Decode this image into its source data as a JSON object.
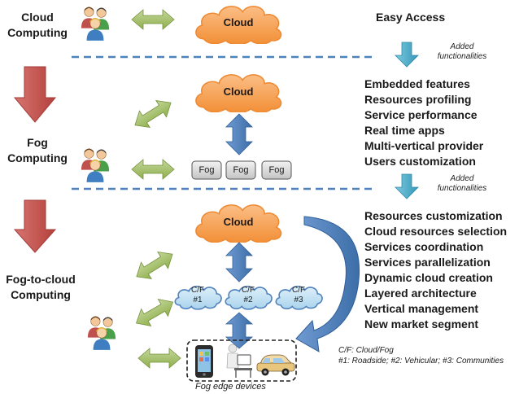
{
  "levels": {
    "cloud": {
      "title_line1": "Cloud",
      "title_line2": "Computing"
    },
    "fog": {
      "title_line1": "Fog",
      "title_line2": "Computing"
    },
    "f2c": {
      "title_line1": "Fog-to-cloud",
      "title_line2": "Computing"
    }
  },
  "cloud_label": "Cloud",
  "fog_node_label": "Fog",
  "cf_nodes": [
    {
      "line1": "C/F",
      "line2": "#1"
    },
    {
      "line1": "C/F",
      "line2": "#2"
    },
    {
      "line1": "C/F",
      "line2": "#3"
    }
  ],
  "added_label": {
    "line1": "Added",
    "line2": "functionalities"
  },
  "features": {
    "cloud": [
      "Easy Access"
    ],
    "fog": [
      "Embedded features",
      "Resources profiling",
      "Service performance",
      "Real time  apps",
      "Multi-vertical provider",
      "Users customization"
    ],
    "f2c": [
      "Resources customization",
      "Cloud resources selection",
      "Services coordination",
      "Services parallelization",
      "Dynamic cloud creation",
      "Layered architecture",
      "Vertical management",
      "New market segment"
    ]
  },
  "edge_label": "Fog edge devices",
  "legend": {
    "line1": "C/F: Cloud/Fog",
    "line2": "#1: Roadside;  #2: Vehicular; #3: Communities"
  },
  "colors": {
    "cloud_fill": "#f7a35c",
    "cloud_stroke": "#f08f3a",
    "green_arrow": "#9bbb59",
    "blue_arrow": "#4f81bd",
    "red_arrow": "#c0504d",
    "teal_arrow": "#4bacc6",
    "dash_line": "#4f81bd",
    "cf_fill": "#bfe0f2",
    "cf_stroke": "#4f81bd"
  },
  "icons": [
    "users-icon",
    "smartphone-icon",
    "person-at-computer-icon",
    "car-icon"
  ]
}
